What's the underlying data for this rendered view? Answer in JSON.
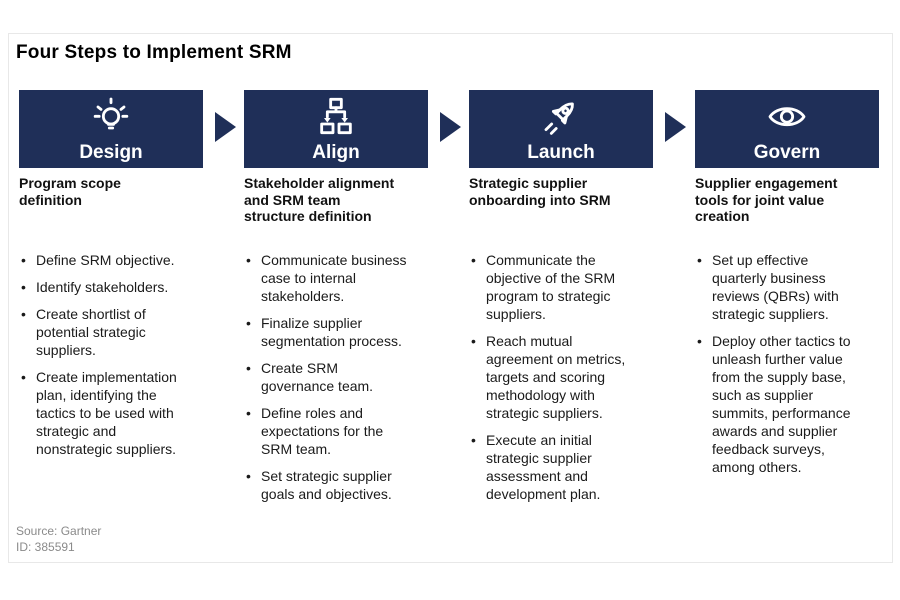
{
  "title": "Four Steps to Implement SRM",
  "colors": {
    "navy": "#1f2f58",
    "text": "#111111",
    "source_gray": "#8a8a8a"
  },
  "steps": [
    {
      "label": "Design",
      "icon": "lightbulb-icon",
      "subtitle": "Program scope definition",
      "bullets": [
        "Define SRM objective.",
        "Identify stakeholders.",
        "Create shortlist of potential strategic suppliers.",
        "Create implementation plan, identifying the tactics to be used with strategic and nonstrategic suppliers."
      ]
    },
    {
      "label": "Align",
      "icon": "org-chart-icon",
      "subtitle": "Stakeholder alignment and SRM team structure definition",
      "bullets": [
        "Communicate business case to internal stakeholders.",
        "Finalize supplier segmentation process.",
        "Create SRM governance team.",
        "Define roles and expectations for the SRM team.",
        "Set strategic supplier goals and objectives."
      ]
    },
    {
      "label": "Launch",
      "icon": "rocket-icon",
      "subtitle": "Strategic supplier onboarding into SRM",
      "bullets": [
        "Communicate the objective of the SRM program to strategic suppliers.",
        "Reach mutual agreement on metrics, targets and scoring methodology with strategic suppliers.",
        "Execute an initial strategic supplier assessment and development plan."
      ]
    },
    {
      "label": "Govern",
      "icon": "eye-icon",
      "subtitle": "Supplier engagement tools for joint value creation",
      "bullets": [
        "Set up effective quarterly business reviews (QBRs) with strategic suppliers.",
        "Deploy other tactics to unleash further value from the supply base, such as supplier summits, performance awards and supplier feedback surveys, among others."
      ]
    }
  ],
  "source": {
    "line1": "Source: Gartner",
    "line2": "ID: 385591"
  }
}
